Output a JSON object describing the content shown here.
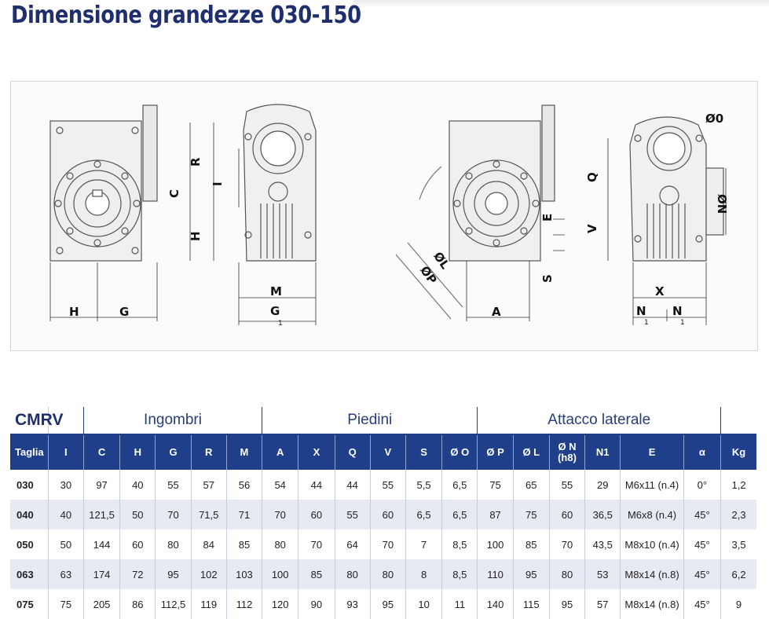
{
  "page": {
    "title": "Dimensione grandezze 030-150"
  },
  "drawing_labels": {
    "v1": {
      "h": "H",
      "g": "G"
    },
    "v2": {
      "r": "R",
      "c": "C",
      "i": "I",
      "h": "H",
      "m": "M",
      "g1": "G",
      "g1_sub": "1"
    },
    "v3": {
      "l": "ØL",
      "p": "ØP",
      "e": "E",
      "s": "S",
      "a": "A"
    },
    "v4": {
      "o": "Ø0",
      "q": "Q",
      "v": "V",
      "n": "ØN",
      "x": "X",
      "n1a": "N",
      "n1a_sub": "1",
      "n1b": "N",
      "n1b_sub": "1"
    }
  },
  "table": {
    "brand": "CMRV",
    "groups": [
      "Ingombri",
      "Piedini",
      "Attacco laterale"
    ],
    "columns": [
      "Taglia",
      "I",
      "C",
      "H",
      "G",
      "R",
      "M",
      "A",
      "X",
      "Q",
      "V",
      "S",
      "Ø O",
      "Ø P",
      "Ø L",
      "Ø N (h8)",
      "N1",
      "E",
      "α",
      "Kg"
    ],
    "rows": [
      [
        "030",
        "30",
        "97",
        "40",
        "55",
        "57",
        "56",
        "54",
        "44",
        "44",
        "55",
        "5,5",
        "6,5",
        "75",
        "65",
        "55",
        "29",
        "M6x11 (n.4)",
        "0°",
        "1,2"
      ],
      [
        "040",
        "40",
        "121,5",
        "50",
        "70",
        "71,5",
        "71",
        "70",
        "60",
        "55",
        "60",
        "6,5",
        "6,5",
        "87",
        "75",
        "60",
        "36,5",
        "M6x8 (n.4)",
        "45°",
        "2,3"
      ],
      [
        "050",
        "50",
        "144",
        "60",
        "80",
        "84",
        "85",
        "80",
        "70",
        "64",
        "70",
        "7",
        "8,5",
        "100",
        "85",
        "70",
        "43,5",
        "M8x10 (n.4)",
        "45°",
        "3,5"
      ],
      [
        "063",
        "63",
        "174",
        "72",
        "95",
        "102",
        "103",
        "100",
        "85",
        "80",
        "80",
        "8",
        "8,5",
        "110",
        "95",
        "80",
        "53",
        "M8x14 (n.8)",
        "45°",
        "6,2"
      ],
      [
        "075",
        "75",
        "205",
        "86",
        "112,5",
        "119",
        "112",
        "120",
        "90",
        "93",
        "95",
        "10",
        "11",
        "140",
        "115",
        "95",
        "57",
        "M8x14 (n.8)",
        "45°",
        "9"
      ]
    ]
  }
}
